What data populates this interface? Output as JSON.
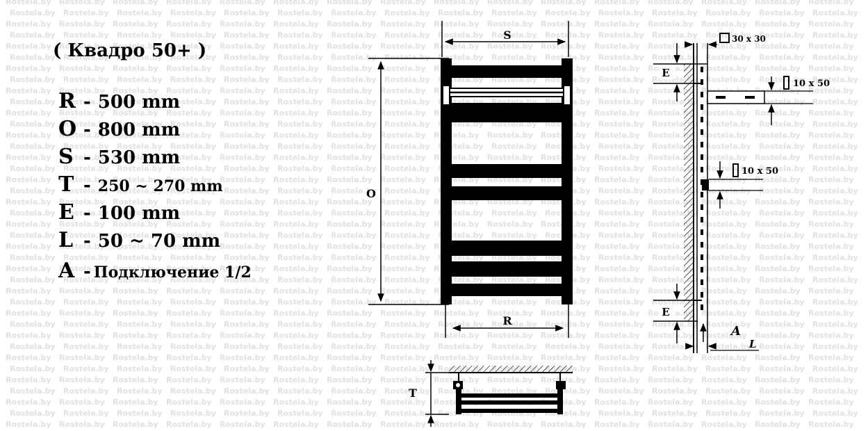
{
  "watermark": "Rostela.by",
  "title": "( Квадро 50+ )",
  "specs": [
    {
      "key": "R",
      "value": "500 mm"
    },
    {
      "key": "O",
      "value": "800 mm"
    },
    {
      "key": "S",
      "value": "530 mm"
    },
    {
      "key": "T",
      "value": "250 ~ 270 mm"
    },
    {
      "key": "E",
      "value": "100 mm"
    },
    {
      "key": "L",
      "value": "50 ~ 70 mm"
    },
    {
      "key": "A",
      "value": "Подключение 1/2"
    }
  ],
  "front_view": {
    "label_s": "S",
    "label_o": "O",
    "label_r": "R"
  },
  "top_view": {
    "label_t": "T"
  },
  "side_view": {
    "label_e_top": "E",
    "label_e_bottom": "E",
    "label_a": "A",
    "label_l": "L",
    "profile_main": "30 x 30",
    "profile_top": "10 x 50",
    "profile_mid": "10 x 50"
  }
}
